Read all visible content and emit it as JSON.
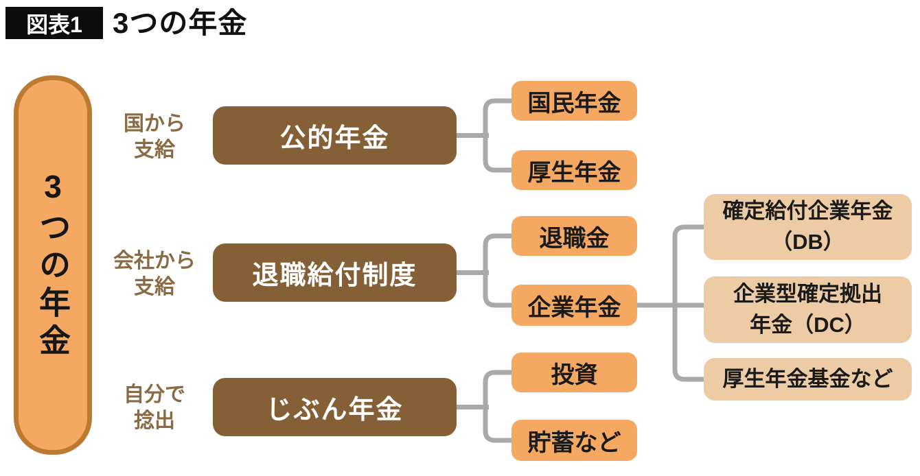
{
  "figure": {
    "badge": "図表1",
    "title": "3つの年金"
  },
  "root_label": "3つの年金",
  "rows": [
    {
      "source": "国から\n支給",
      "parent": "公的年金",
      "children": [
        "国民年金",
        "厚生年金"
      ]
    },
    {
      "source": "会社から\n支給",
      "parent": "退職給付制度",
      "children": [
        "退職金",
        "企業年金"
      ]
    },
    {
      "source": "自分で\n捻出",
      "parent": "じぶん年金",
      "children": [
        "投資",
        "貯蓄など"
      ]
    }
  ],
  "corporate_pension_breakdown": [
    "確定給付企業年金\n（DB）",
    "企業型確定拠出\n年金（DC）",
    "厚生年金基金など"
  ],
  "colors": {
    "parent_box": "#855F36",
    "child_box": "#F4A862",
    "breakdown_box": "#EDCBA5",
    "root_fill": "#F4A862",
    "root_border": "#BC7931",
    "connector": "#A9A9A9",
    "label_text": "#8A6A44",
    "badge_bg": "#0D0D0D"
  }
}
